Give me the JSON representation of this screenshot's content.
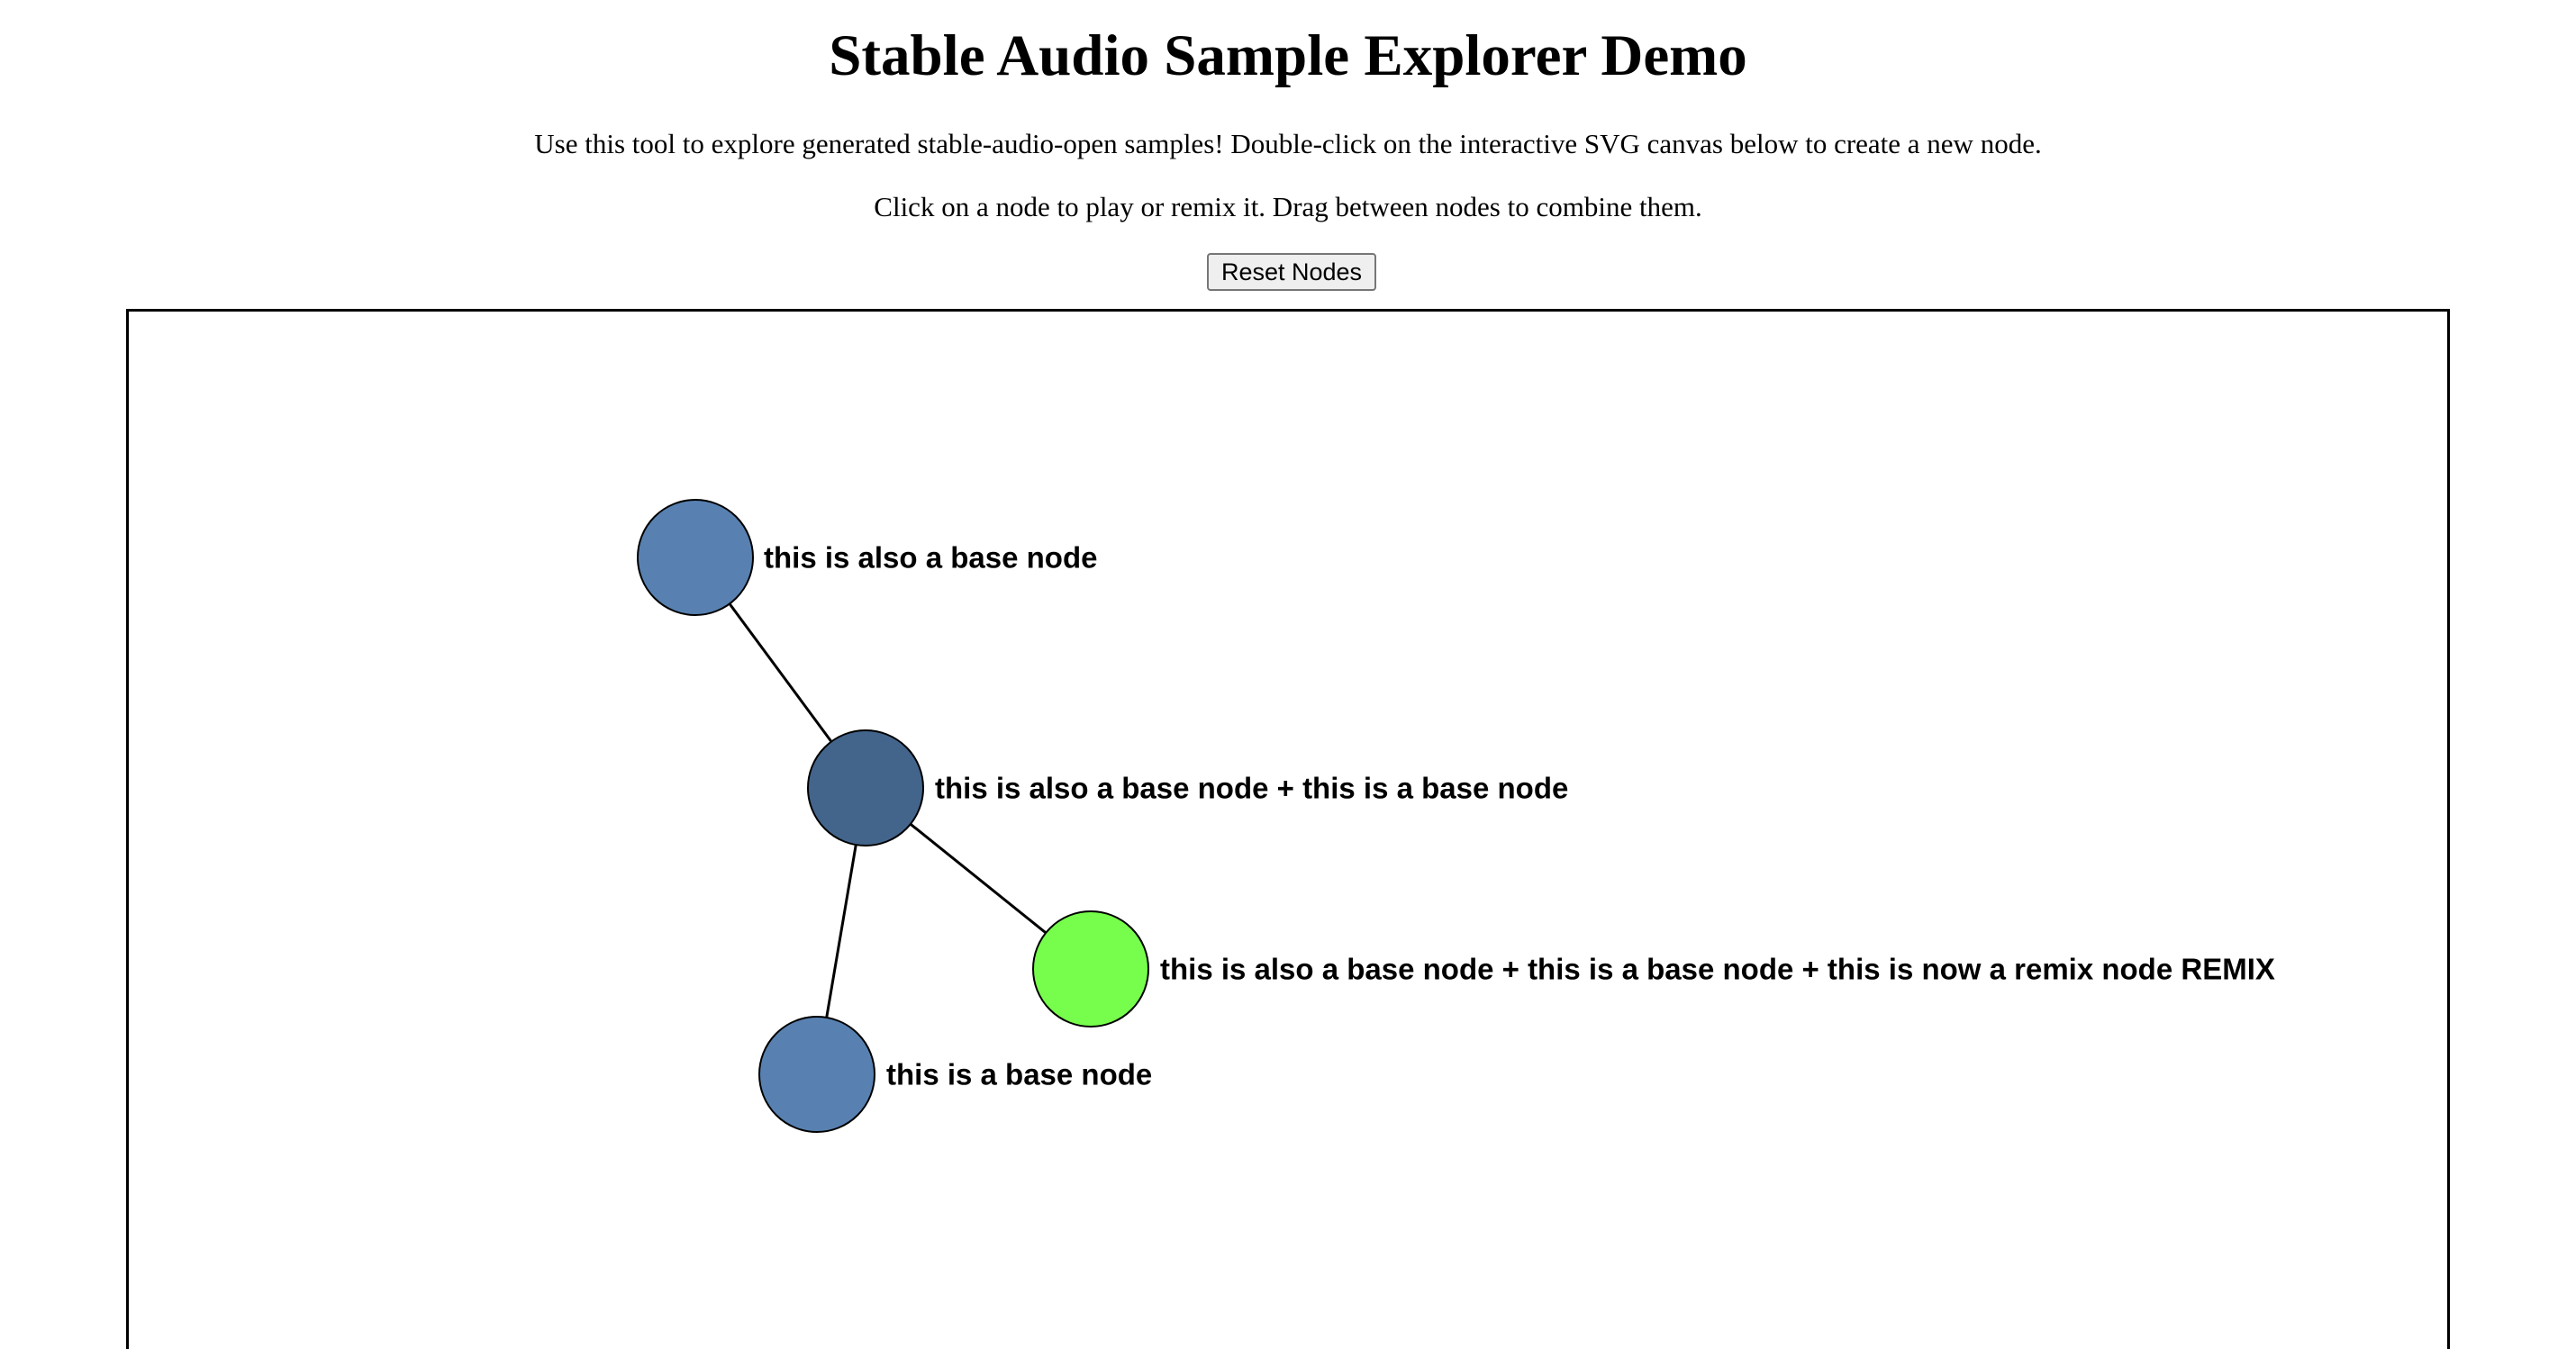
{
  "header": {
    "title": "Stable Audio Sample Explorer Demo",
    "intro": "Use this tool to explore generated stable-audio-open samples! Double-click on the interactive SVG canvas below to create a new node.",
    "instructions": "Click on a node to play or remix it. Drag between nodes to combine them."
  },
  "controls": {
    "reset_label": "Reset Nodes"
  },
  "graph": {
    "nodes": [
      {
        "id": "n1",
        "label": "this is also a base node",
        "type": "base",
        "color": "#5881b1"
      },
      {
        "id": "n2",
        "label": "this is also a base node + this is a base node",
        "type": "combined",
        "color": "#43658c"
      },
      {
        "id": "n3",
        "label": "this is also a base node + this is a base node + this is now a remix node REMIX",
        "type": "remix",
        "color": "#77fe4c"
      },
      {
        "id": "n4",
        "label": "this is a base node",
        "type": "base",
        "color": "#5881b1"
      }
    ],
    "links": [
      {
        "source": "n1",
        "target": "n2"
      },
      {
        "source": "n2",
        "target": "n3"
      },
      {
        "source": "n2",
        "target": "n4"
      }
    ]
  }
}
